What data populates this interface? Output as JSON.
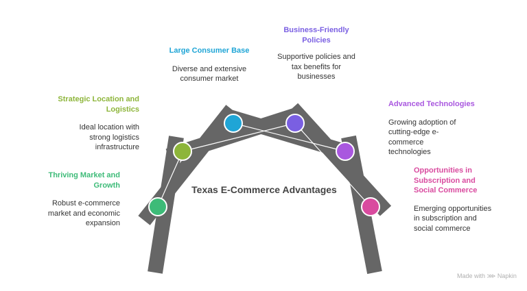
{
  "center_title": "Texas E-Commerce Advantages",
  "items": [
    {
      "title": "Thriving Market and Growth",
      "desc": "Robust e-commerce market and economic expansion",
      "color": "#3dbb78"
    },
    {
      "title": "Strategic Location and Logistics",
      "desc": "Ideal location with strong logistics infrastructure",
      "color": "#8db53a"
    },
    {
      "title": "Large Consumer Base",
      "desc": "Diverse and extensive consumer market",
      "color": "#1fa5d6"
    },
    {
      "title": "Business-Friendly Policies",
      "desc": "Supportive policies and tax benefits for businesses",
      "color": "#7a5fe2"
    },
    {
      "title": "Advanced Technologies",
      "desc": "Growing adoption of cutting-edge e-commerce technologies",
      "color": "#a957df"
    },
    {
      "title": "Opportunities in Subscription and Social Commerce",
      "desc": "Emerging opportunities in subscription and social commerce",
      "color": "#d94b9f"
    }
  ],
  "watermark": "Made with ⋙ Napkin"
}
